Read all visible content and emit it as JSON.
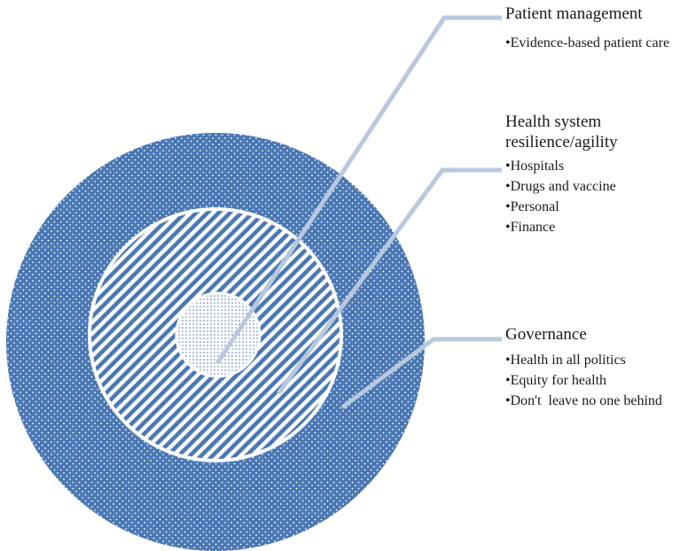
{
  "colors": {
    "accent": "#4a78b4",
    "dots": "#ffffff",
    "connector": "#b8c8de",
    "text": "#1a1a1a"
  },
  "layers": [
    {
      "heading_lines": [
        "Patient management"
      ],
      "bullets": [
        "Evidence-based patient care"
      ]
    },
    {
      "heading_lines": [
        "Health system",
        "resilience/agility"
      ],
      "bullets": [
        "Hospitals",
        "Drugs and vaccine",
        "Personal",
        "Finance"
      ]
    },
    {
      "heading_lines": [
        "Governance"
      ],
      "bullets": [
        "Health in all politics",
        "Equity for health",
        "Don't  leave no one behind"
      ]
    }
  ]
}
